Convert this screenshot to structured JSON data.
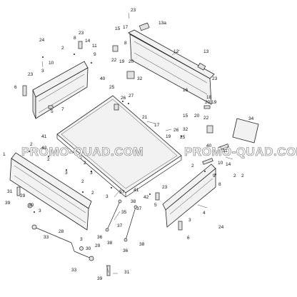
{
  "watermark": {
    "left": "PROMO-QUAD.COM",
    "right": "PROMO-QUAD.COM"
  },
  "callouts": [
    {
      "id": "c1",
      "text": "23"
    },
    {
      "id": "c2",
      "text": "13a"
    },
    {
      "id": "c3",
      "text": "15"
    },
    {
      "id": "c4",
      "text": "17"
    },
    {
      "id": "c5",
      "text": "8"
    },
    {
      "id": "c6",
      "text": "23"
    },
    {
      "id": "c7",
      "text": "24"
    },
    {
      "id": "c8",
      "text": "8"
    },
    {
      "id": "c9",
      "text": "14"
    },
    {
      "id": "c10",
      "text": "2"
    },
    {
      "id": "c11",
      "text": "11"
    },
    {
      "id": "c12",
      "text": "3"
    },
    {
      "id": "c13",
      "text": "10"
    },
    {
      "id": "c14",
      "text": "9"
    },
    {
      "id": "c15",
      "text": "23"
    },
    {
      "id": "c16",
      "text": "6"
    },
    {
      "id": "c17",
      "text": "5"
    },
    {
      "id": "c18",
      "text": "7"
    },
    {
      "id": "c19",
      "text": "22"
    },
    {
      "id": "c20",
      "text": "19"
    },
    {
      "id": "c21",
      "text": "20"
    },
    {
      "id": "c22",
      "text": "12"
    },
    {
      "id": "c23",
      "text": "13"
    },
    {
      "id": "c24",
      "text": "23"
    },
    {
      "id": "c25",
      "text": "40"
    },
    {
      "id": "c26",
      "text": "32"
    },
    {
      "id": "c27",
      "text": "16"
    },
    {
      "id": "c28",
      "text": "18"
    },
    {
      "id": "c29",
      "text": "25"
    },
    {
      "id": "c30",
      "text": "27"
    },
    {
      "id": "c31",
      "text": "26"
    },
    {
      "id": "c32",
      "text": "20"
    },
    {
      "id": "c33",
      "text": "19"
    },
    {
      "id": "c34",
      "text": "15"
    },
    {
      "id": "c35",
      "text": "20"
    },
    {
      "id": "c36",
      "text": "22"
    },
    {
      "id": "c37",
      "text": "34"
    },
    {
      "id": "c38",
      "text": "21"
    },
    {
      "id": "c39",
      "text": "17"
    },
    {
      "id": "c40",
      "text": "26"
    },
    {
      "id": "c41",
      "text": "25"
    },
    {
      "id": "c42",
      "text": "32"
    },
    {
      "id": "c43",
      "text": "19"
    },
    {
      "id": "c44",
      "text": "40"
    },
    {
      "id": "c45",
      "text": "41"
    },
    {
      "id": "c46",
      "text": "2"
    },
    {
      "id": "c47",
      "text": "42"
    },
    {
      "id": "c48",
      "text": "1"
    },
    {
      "id": "c49",
      "text": "2"
    },
    {
      "id": "c50",
      "text": "3"
    },
    {
      "id": "c51",
      "text": "2"
    },
    {
      "id": "c52",
      "text": "3"
    },
    {
      "id": "c53",
      "text": "2"
    },
    {
      "id": "c54",
      "text": "41"
    },
    {
      "id": "c55",
      "text": "2"
    },
    {
      "id": "c56",
      "text": "37"
    },
    {
      "id": "c57",
      "text": "42"
    },
    {
      "id": "c58",
      "text": "3"
    },
    {
      "id": "c59",
      "text": "23"
    },
    {
      "id": "c60",
      "text": "5"
    },
    {
      "id": "c61",
      "text": "38"
    },
    {
      "id": "c62",
      "text": "35"
    },
    {
      "id": "c63",
      "text": "37"
    },
    {
      "id": "c64",
      "text": "37"
    },
    {
      "id": "c65",
      "text": "31"
    },
    {
      "id": "c66",
      "text": "29"
    },
    {
      "id": "c67",
      "text": "39"
    },
    {
      "id": "c68",
      "text": "30"
    },
    {
      "id": "c69",
      "text": "3"
    },
    {
      "id": "c70",
      "text": "28"
    },
    {
      "id": "c71",
      "text": "33"
    },
    {
      "id": "c72",
      "text": "36"
    },
    {
      "id": "c73",
      "text": "38"
    },
    {
      "id": "c74",
      "text": "36"
    },
    {
      "id": "c75",
      "text": "38"
    },
    {
      "id": "c76",
      "text": "3"
    },
    {
      "id": "c77",
      "text": "30"
    },
    {
      "id": "c78",
      "text": "29"
    },
    {
      "id": "c79",
      "text": "33"
    },
    {
      "id": "c80",
      "text": "39"
    },
    {
      "id": "c81",
      "text": "31"
    },
    {
      "id": "c82",
      "text": "2"
    },
    {
      "id": "c83",
      "text": "14"
    },
    {
      "id": "c84",
      "text": "2"
    },
    {
      "id": "c85",
      "text": "9"
    },
    {
      "id": "c86",
      "text": "8"
    },
    {
      "id": "c87",
      "text": "4"
    },
    {
      "id": "c88",
      "text": "3"
    },
    {
      "id": "c89",
      "text": "6"
    },
    {
      "id": "c90",
      "text": "24"
    },
    {
      "id": "c91",
      "text": "11"
    },
    {
      "id": "c92",
      "text": "2"
    },
    {
      "id": "c93",
      "text": "10"
    }
  ]
}
